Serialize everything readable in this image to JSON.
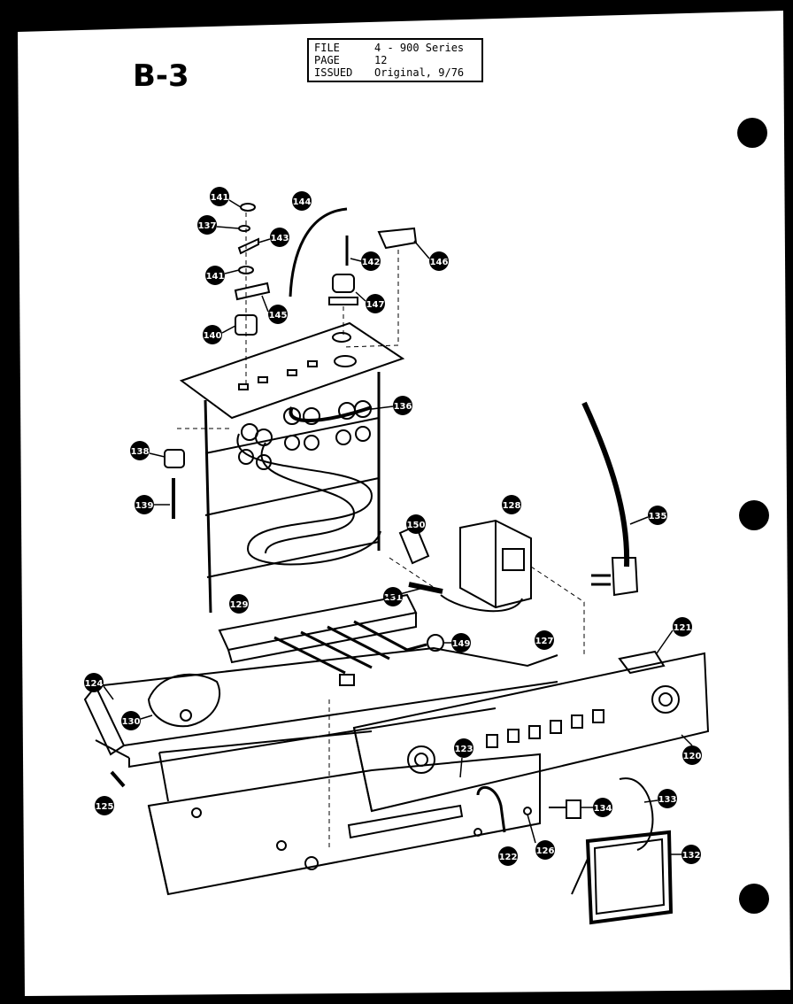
{
  "page_id": "B-3",
  "info_box": {
    "rows": [
      {
        "key": "FILE",
        "value": "4 - 900 Series"
      },
      {
        "key": "PAGE",
        "value": "12"
      },
      {
        "key": "ISSUED",
        "value": "Original, 9/76"
      }
    ]
  },
  "callouts": [
    "141",
    "137",
    "143",
    "141",
    "145",
    "140",
    "144",
    "142",
    "147",
    "146",
    "136",
    "138",
    "139",
    "150",
    "128",
    "135",
    "129",
    "131",
    "149",
    "127",
    "121",
    "124",
    "130",
    "123",
    "120",
    "125",
    "134",
    "133",
    "122",
    "126",
    "132"
  ]
}
